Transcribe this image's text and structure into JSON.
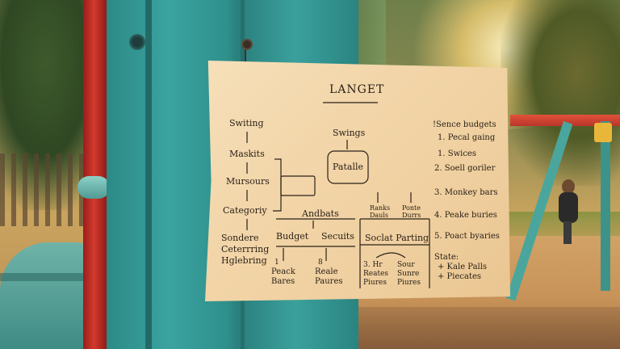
{
  "note": {
    "title": "LANGET",
    "left_column": {
      "items": [
        "Switing",
        "Maskits",
        "Mursours",
        "Categoriy"
      ],
      "bottom": [
        "Sondere",
        "Ceterrring",
        "Hglebring"
      ]
    },
    "center_column": {
      "top": "Swings",
      "box_label": "Patalle",
      "small_left": [
        "Ranks",
        "Dauls"
      ],
      "small_right": [
        "Ponte",
        "Durrs"
      ],
      "andbats": "Andbats",
      "budget": "Budget",
      "secuits": "Secuits",
      "sub_left_num": "1",
      "sub_left": [
        "Peack",
        "Bares"
      ],
      "sub_mid_num": "8",
      "sub_mid": [
        "Reale",
        "Paures"
      ],
      "soclat_parting": "Soclat Parting",
      "sub_a": [
        "3. Hr",
        "Reates",
        "Piures"
      ],
      "sub_b": [
        "Sour",
        "Sunre",
        "Piures"
      ]
    },
    "right_column": {
      "heading": "!Sence budgets",
      "items": [
        "1. Pecal gaing",
        "1. Swices",
        "2. Soell goriler",
        "3. Monkey bars",
        "4. Peake buries",
        "5. Poact byaries"
      ],
      "state_label": "State:",
      "state_items": [
        "+ Kale Palls",
        "+ Piecates"
      ]
    }
  }
}
